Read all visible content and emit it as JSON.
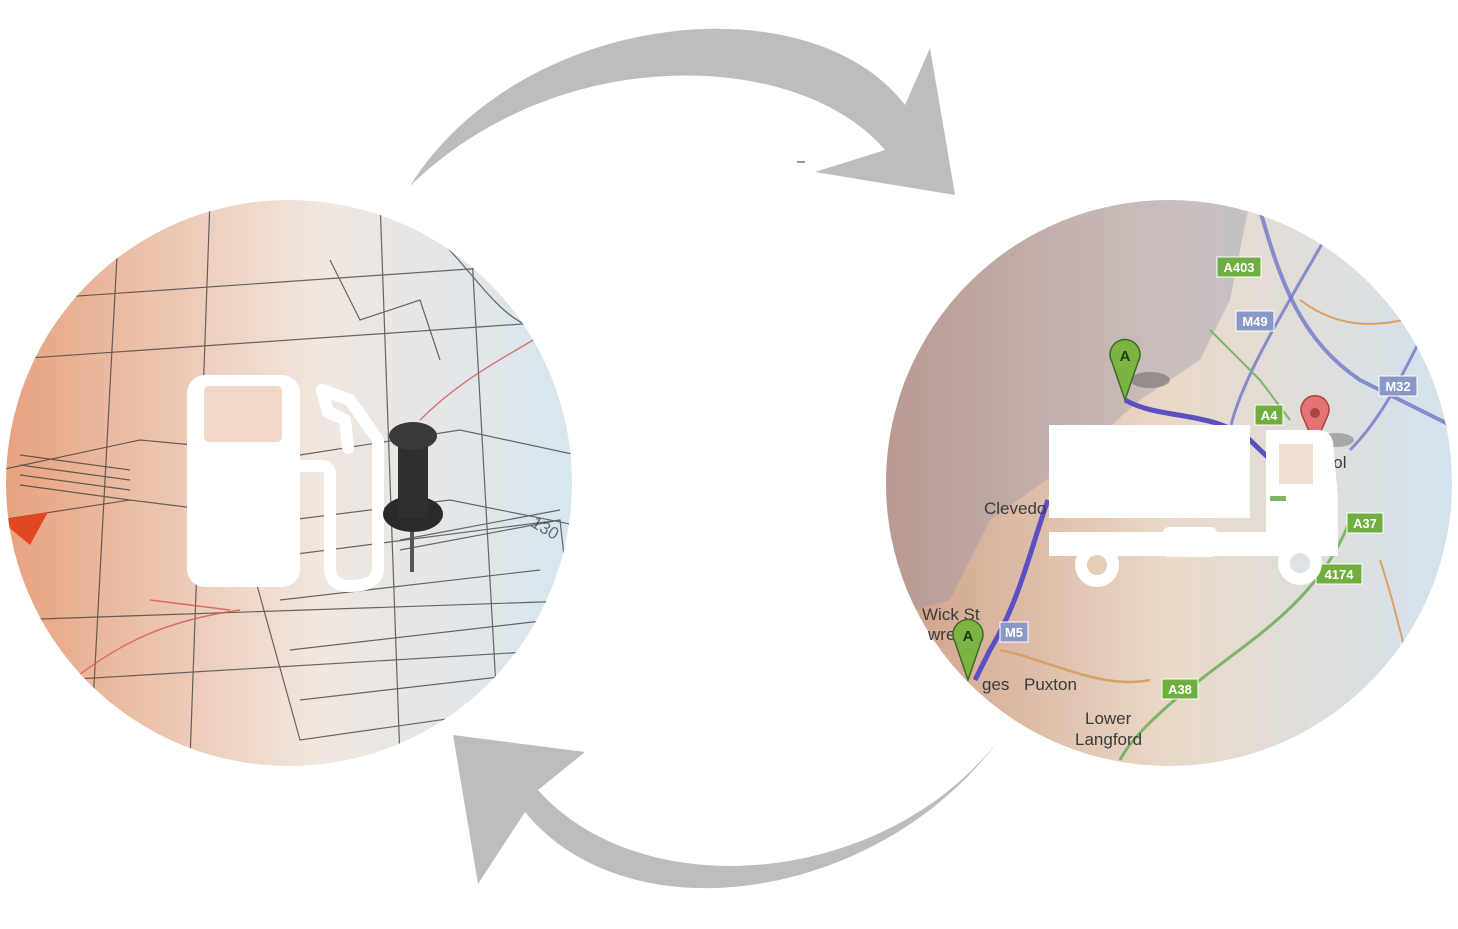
{
  "colors": {
    "arrow": "#bdbdbd",
    "icon": "#ffffff",
    "green_badge": "#6fae3f",
    "blue_badge": "#8a98c8",
    "route": "#5b4fc4",
    "pin_green": "#7cb342",
    "pin_red": "#e57373"
  },
  "left_circle": {
    "icons": [
      "fuel-pump-icon",
      "push-pin-icon"
    ],
    "labels": {
      "left_num": "130"
    }
  },
  "right_circle": {
    "icons": [
      "truck-icon",
      "map-pin-icon"
    ],
    "map_labels": {
      "clevedon": "Clevedo",
      "bristol": "B  stol",
      "wick": "Wick St",
      "wick2": "wre",
      "ges": "ges",
      "puxton": "Puxton",
      "lower": "Lower",
      "langford": "Langford"
    },
    "road_badges": {
      "a403": "A403",
      "m49": "M49",
      "m32": "M32",
      "a4": "A4",
      "a37": "A37",
      "a4174": "4174",
      "m5": "M5",
      "a38": "A38"
    },
    "pins": {
      "a_top": "A",
      "a_bottom": "A"
    }
  }
}
